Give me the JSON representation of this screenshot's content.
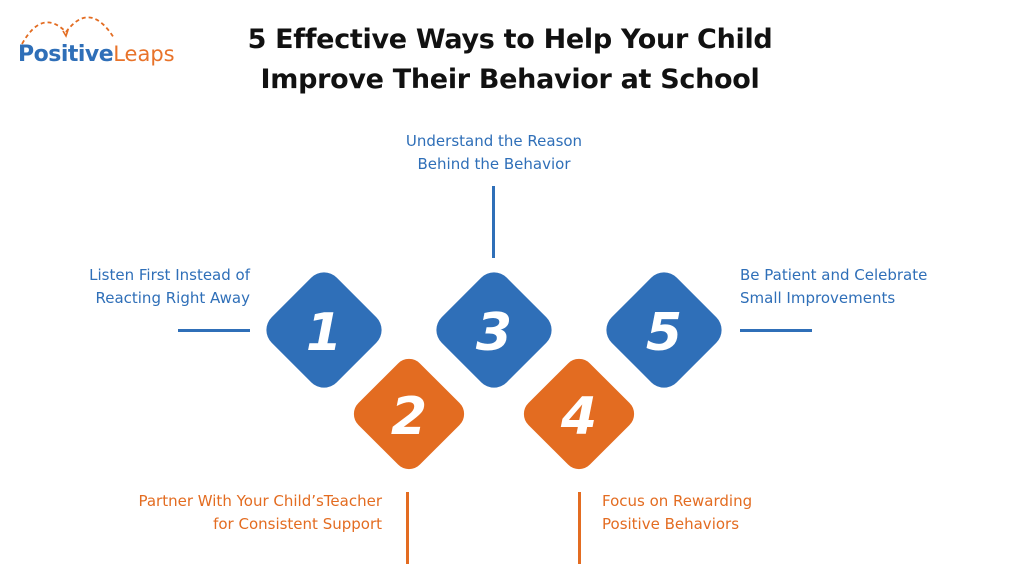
{
  "logo": {
    "part1": "Positive",
    "part2": "Leaps"
  },
  "title": {
    "line1": "5 Effective Ways to Help Your Child",
    "line2": "Improve Their Behavior at School"
  },
  "steps": [
    {
      "number": "1",
      "color": "#2f6fb8",
      "line1": "Listen First Instead of",
      "line2": "Reacting Right Away"
    },
    {
      "number": "2",
      "color": "#e36c21",
      "line1": "Partner With Your Child’sTeacher",
      "line2": "for Consistent Support"
    },
    {
      "number": "3",
      "color": "#2f6fb8",
      "line1": "Understand the Reason",
      "line2": "Behind the Behavior"
    },
    {
      "number": "4",
      "color": "#e36c21",
      "line1": "Focus on Rewarding",
      "line2": "Positive Behaviors"
    },
    {
      "number": "5",
      "color": "#2f6fb8",
      "line1": "Be Patient and Celebrate",
      "line2": "Small Improvements"
    }
  ],
  "colors": {
    "blue": "#2f6fb8",
    "orange": "#e36c21",
    "title": "#111111"
  }
}
